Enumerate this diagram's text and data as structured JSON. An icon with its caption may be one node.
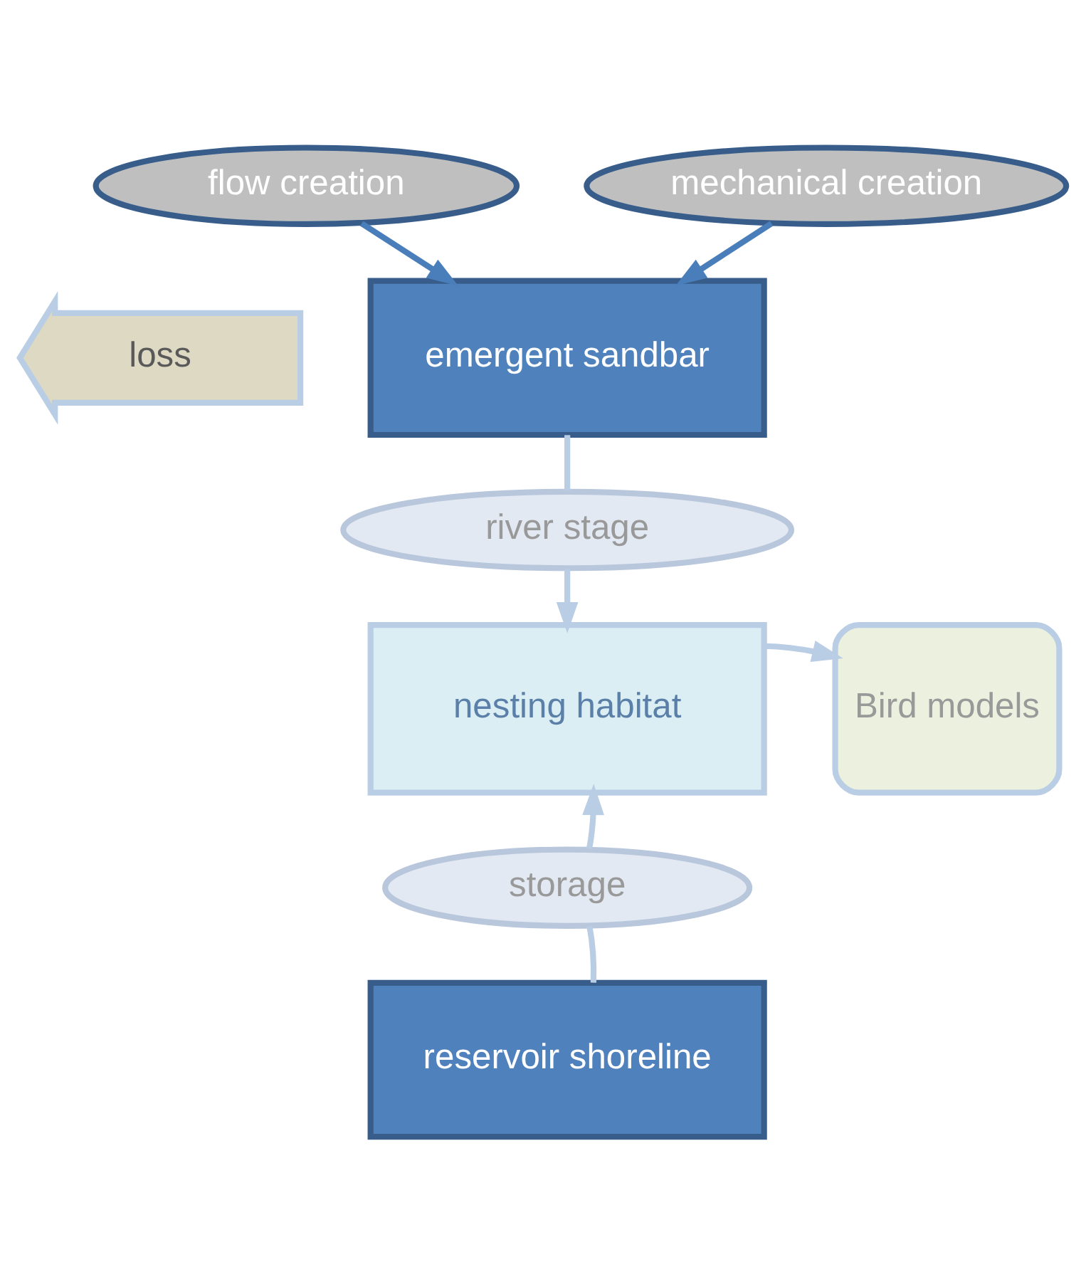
{
  "diagram": {
    "nodes": [
      {
        "text": [
          "flow creation"
        ]
      },
      {
        "text": [
          "mechanical creation"
        ]
      },
      {
        "text": [
          "emergent sandbar"
        ]
      },
      {
        "text": [
          "loss"
        ]
      },
      {
        "text": [
          "river stage"
        ]
      },
      {
        "text": [
          "nesting habitat"
        ]
      },
      {
        "text": [
          "Bird models"
        ]
      },
      {
        "text": [
          "storage"
        ]
      },
      {
        "text": [
          "reservoir shoreline"
        ]
      }
    ],
    "edges": [
      {
        "from": 0,
        "to": 2,
        "arrow": "to",
        "color": "#4a7ebb"
      },
      {
        "from": 1,
        "to": 2,
        "arrow": "to",
        "color": "#4a7ebb"
      },
      {
        "from": 2,
        "to": 4,
        "arrow": "none"
      },
      {
        "from": 4,
        "to": 5,
        "arrow": "to"
      },
      {
        "from": 5,
        "to": 6,
        "arrow": "to"
      },
      {
        "from": 8,
        "to": 7,
        "arrow": "none"
      },
      {
        "from": 7,
        "to": 5,
        "arrow": "to"
      }
    ]
  }
}
